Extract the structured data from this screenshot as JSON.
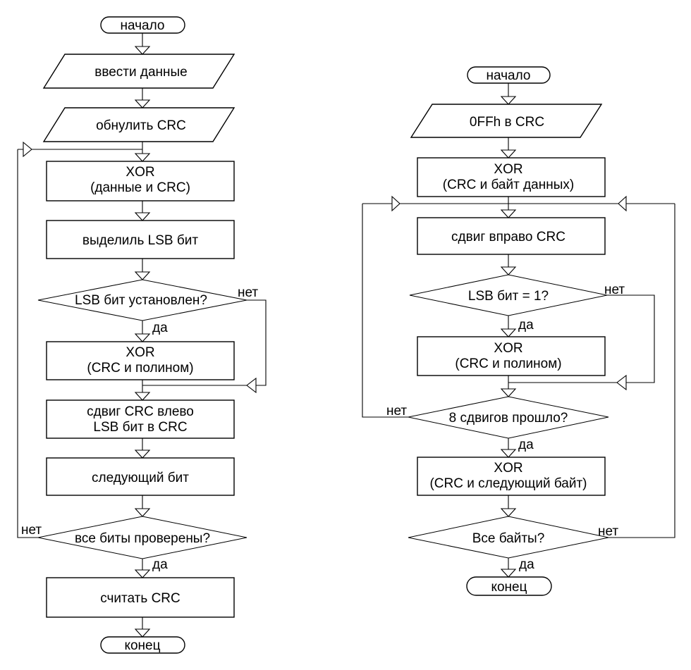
{
  "labels": {
    "yes": "да",
    "no": "нет"
  },
  "colors": {
    "background": "#ffffff",
    "stroke": "#000000"
  },
  "left_chart": {
    "start": "начало",
    "input_data": "ввести данные",
    "reset_crc": "обнулить CRC",
    "xor_data_crc": {
      "line1": "XOR",
      "line2": "(данные и CRC)"
    },
    "extract_lsb": "выделиль LSB бит",
    "lsb_set_question": "LSB бит установлен?",
    "xor_crc_poly": {
      "line1": "XOR",
      "line2": "(CRC и полином)"
    },
    "shift_crc": {
      "line1": "сдвиг CRC влево",
      "line2": "LSB бит в CRC"
    },
    "next_bit": "следующий бит",
    "all_bits_question": "все биты проверены?",
    "read_crc": "считать CRC",
    "end": "конец"
  },
  "right_chart": {
    "start": "начало",
    "init_crc": "0FFh в CRC",
    "xor_crc_byte": {
      "line1": "XOR",
      "line2": "(CRC и байт данных)"
    },
    "shift_right": "сдвиг вправо CRC",
    "lsb_eq_1_question": "LSB бит = 1?",
    "xor_crc_poly": {
      "line1": "XOR",
      "line2": "(CRC и полином)"
    },
    "eight_shifts_question": "8 сдвигов прошло?",
    "xor_crc_next_byte": {
      "line1": "XOR",
      "line2": "(CRC и следующий байт)"
    },
    "all_bytes_question": "Все байты?",
    "end": "конец"
  }
}
